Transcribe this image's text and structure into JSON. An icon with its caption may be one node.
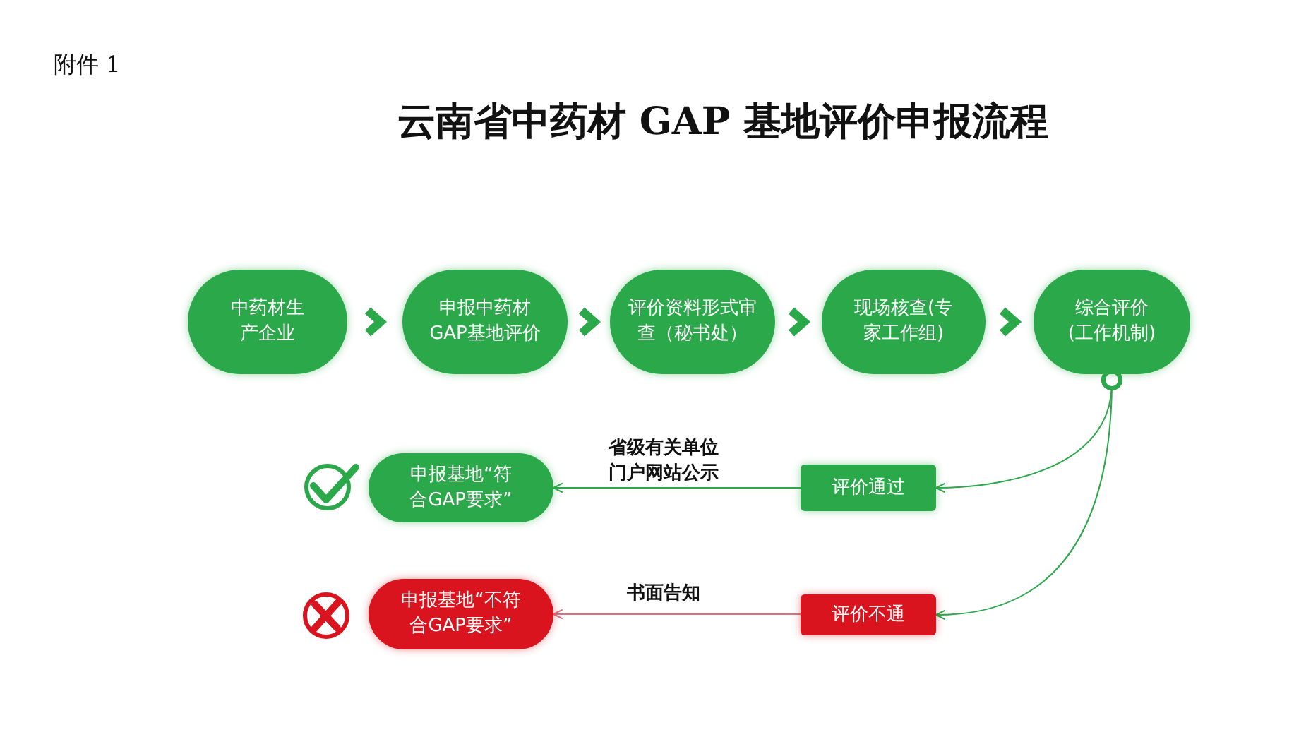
{
  "diagram": {
    "title": "云南省中药材 GAP 基地评价申报流程",
    "nodes": [
      {
        "text": [
          "中药材生产企业"
        ]
      },
      {
        "text": [
          "申报中药材GAP基地评价"
        ]
      },
      {
        "text": [
          "评价资料形式审查（秘书处）"
        ]
      },
      {
        "text": [
          "现场核查(专家工作组)"
        ]
      },
      {
        "text": [
          "综合评价(工作机制)"
        ]
      },
      {
        "text": [
          "评价通过"
        ]
      },
      {
        "text": [
          "申报基地“符合GAP要求”"
        ]
      },
      {
        "text": [
          "评价不通"
        ]
      },
      {
        "text": [
          "申报基地“不符合GAP要求”"
        ]
      }
    ],
    "edges": [
      {
        "from": 0,
        "to": 1,
        "arrow": "to",
        "style": "thick"
      },
      {
        "from": 1,
        "to": 2,
        "arrow": "to",
        "style": "thick"
      },
      {
        "from": 2,
        "to": 3,
        "arrow": "to",
        "style": "thick"
      },
      {
        "from": 3,
        "to": 4,
        "arrow": "to",
        "style": "thick"
      },
      {
        "from": 4,
        "to": 5,
        "arrow": "to"
      },
      {
        "from": 4,
        "to": 7,
        "arrow": "to"
      },
      {
        "from": 5,
        "to": 6,
        "arrow": "to",
        "label": "省级有关单位门户网站公示"
      },
      {
        "from": 7,
        "to": 8,
        "arrow": "to",
        "label": "书面告知",
        "color": "#e0707c"
      }
    ],
    "labels": [
      "附件 1"
    ]
  }
}
